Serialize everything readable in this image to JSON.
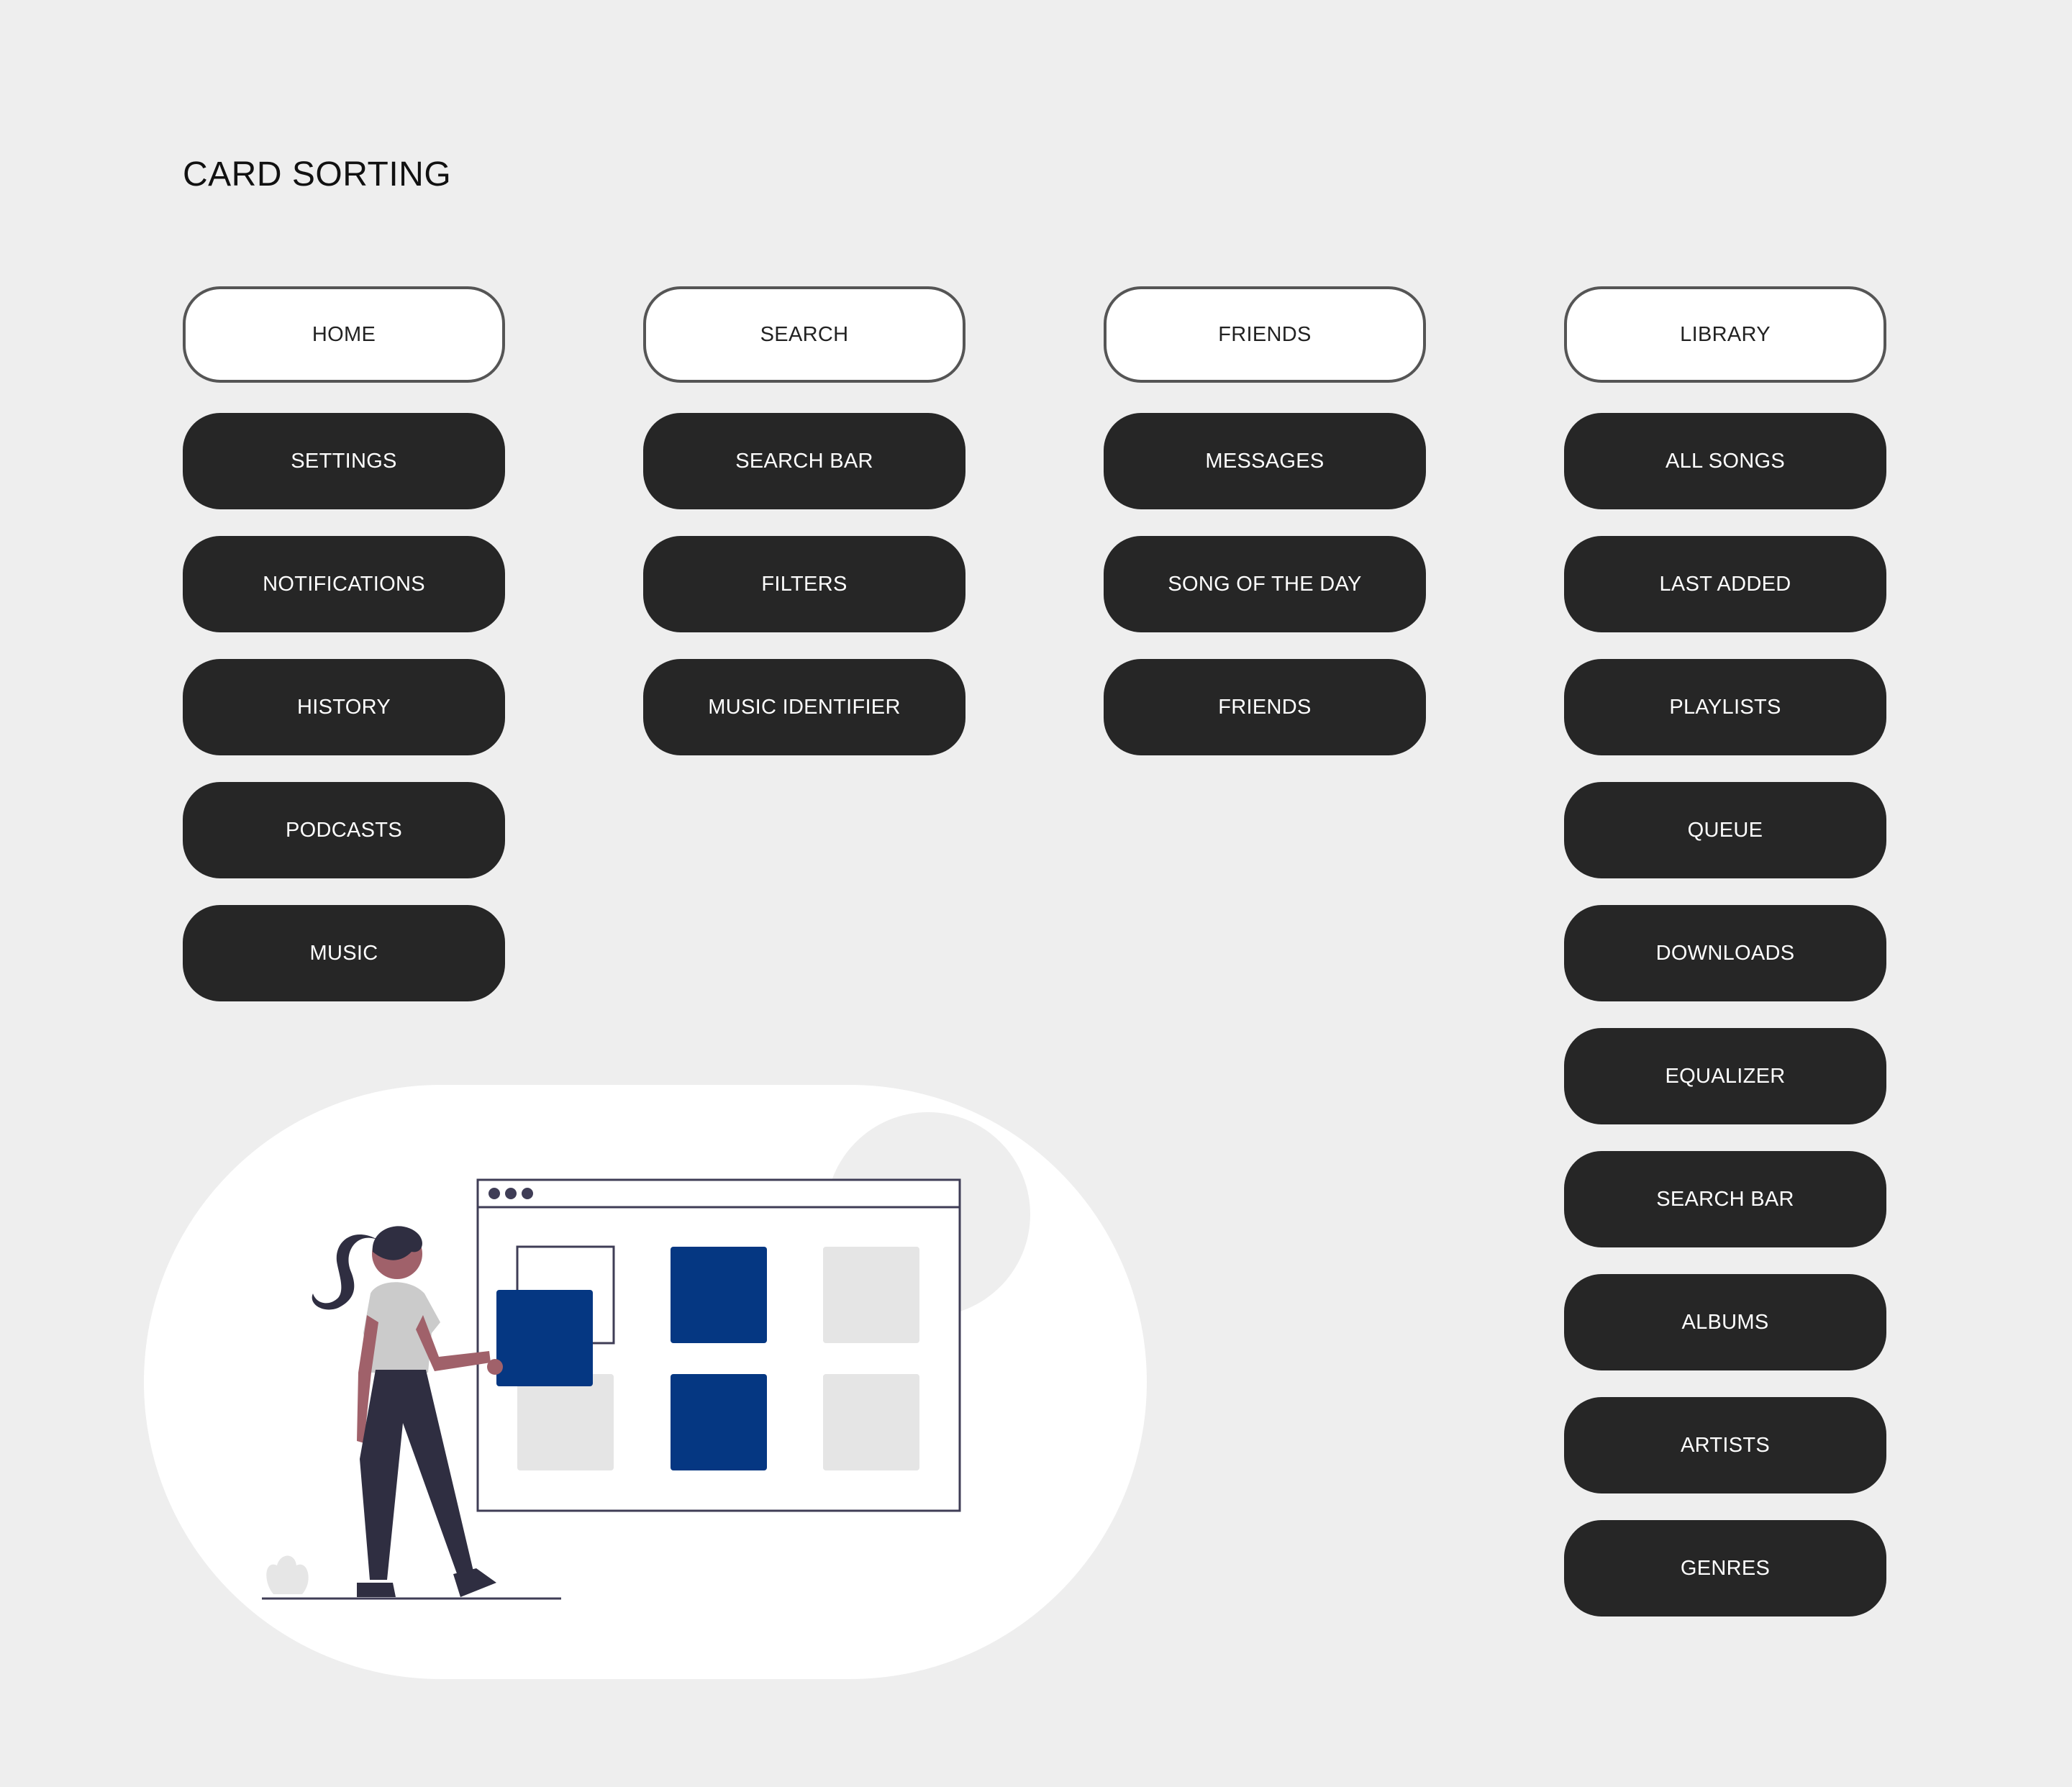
{
  "page": {
    "title": "CARD SORTING"
  },
  "columns": [
    {
      "header": "HOME",
      "items": [
        "SETTINGS",
        "NOTIFICATIONS",
        "HISTORY",
        "PODCASTS",
        "MUSIC"
      ]
    },
    {
      "header": "SEARCH",
      "items": [
        "SEARCH BAR",
        "FILTERS",
        "MUSIC IDENTIFIER"
      ]
    },
    {
      "header": "FRIENDS",
      "items": [
        "MESSAGES",
        "SONG OF THE DAY",
        "FRIENDS"
      ]
    },
    {
      "header": "LIBRARY",
      "items": [
        "ALL SONGS",
        "LAST ADDED",
        "PLAYLISTS",
        "QUEUE",
        "DOWNLOADS",
        "EQUALIZER",
        "SEARCH BAR",
        "ALBUMS",
        "ARTISTS",
        "GENRES"
      ]
    }
  ],
  "colors": {
    "background": "#eeeeee",
    "card_dark": "#262626",
    "card_outline": "#555555",
    "accent_blue": "#053782",
    "tile_grey": "#e5e5e5"
  },
  "illustration": {
    "name": "woman-sorting-cards-illustration"
  }
}
